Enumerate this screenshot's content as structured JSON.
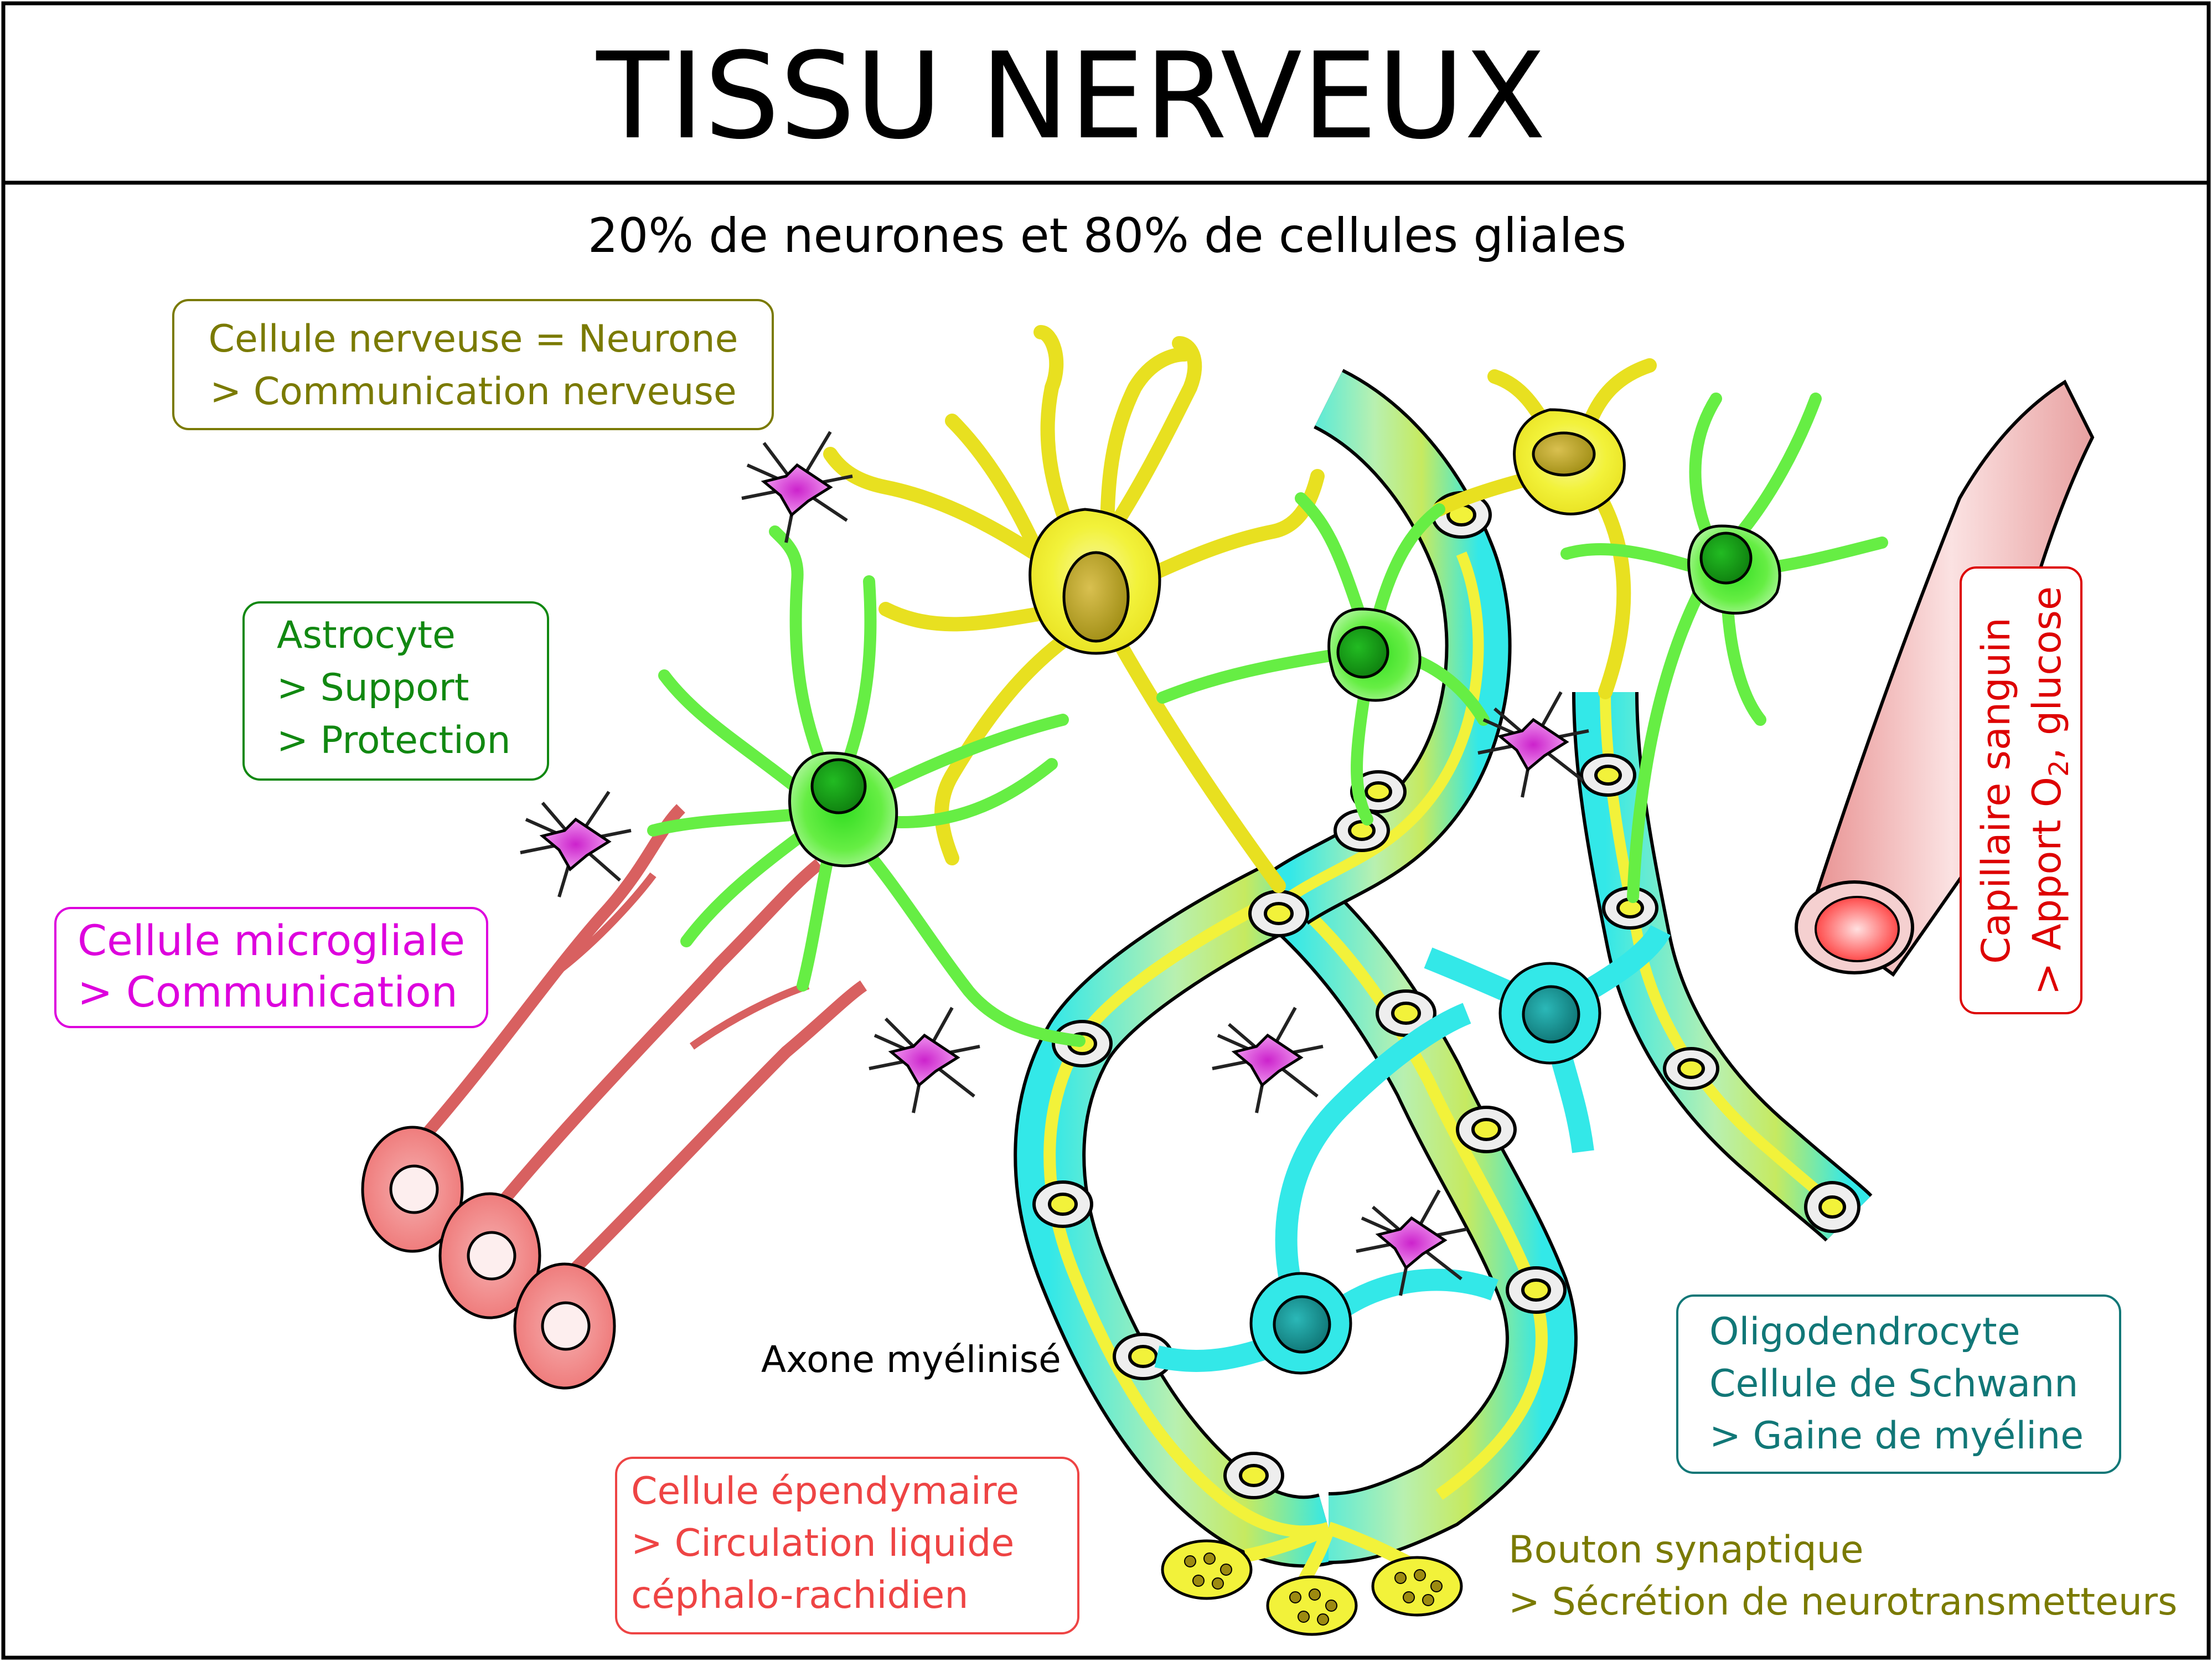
{
  "title": "TISSU NERVEUX",
  "subtitle": "20% de neurones et 80% de cellules gliales",
  "colors": {
    "neuron": "#7A7A00",
    "astrocyte": "#118811",
    "microglia": "#DD00DD",
    "ependymal": "#EE4444",
    "capillary": "#DD0000",
    "oligodendrocyte": "#117777",
    "synapse": "#7A7A00",
    "axon": "#000000",
    "yellow_fill": "#F2F23A",
    "green_fill": "#66EE44",
    "myelin_fill": "#33E8E8",
    "pink_fill": "#EE8888",
    "magenta_fill": "#EE88EE"
  },
  "labels": {
    "neuron": [
      "Cellule nerveuse = Neurone",
      "> Communication nerveuse"
    ],
    "astrocyte": [
      "Astrocyte",
      "> Support",
      "> Protection"
    ],
    "microglia": [
      "Cellule microgliale",
      "> Communication"
    ],
    "ependymal": [
      "Cellule épendymaire",
      "> Circulation liquide",
      "céphalo-rachidien"
    ],
    "capillary": {
      "line1": "Capillaire sanguin",
      "line2_prefix": "> Apport O",
      "line2_sub": "2",
      "line2_suffix": ", glucose"
    },
    "oligodendrocyte": [
      "Oligodendrocyte",
      "Cellule de Schwann",
      "> Gaine de myéline"
    ],
    "axon": "Axone myélinisé",
    "synapse": [
      "Bouton synaptique",
      "> Sécrétion de neurotransmetteurs"
    ]
  }
}
